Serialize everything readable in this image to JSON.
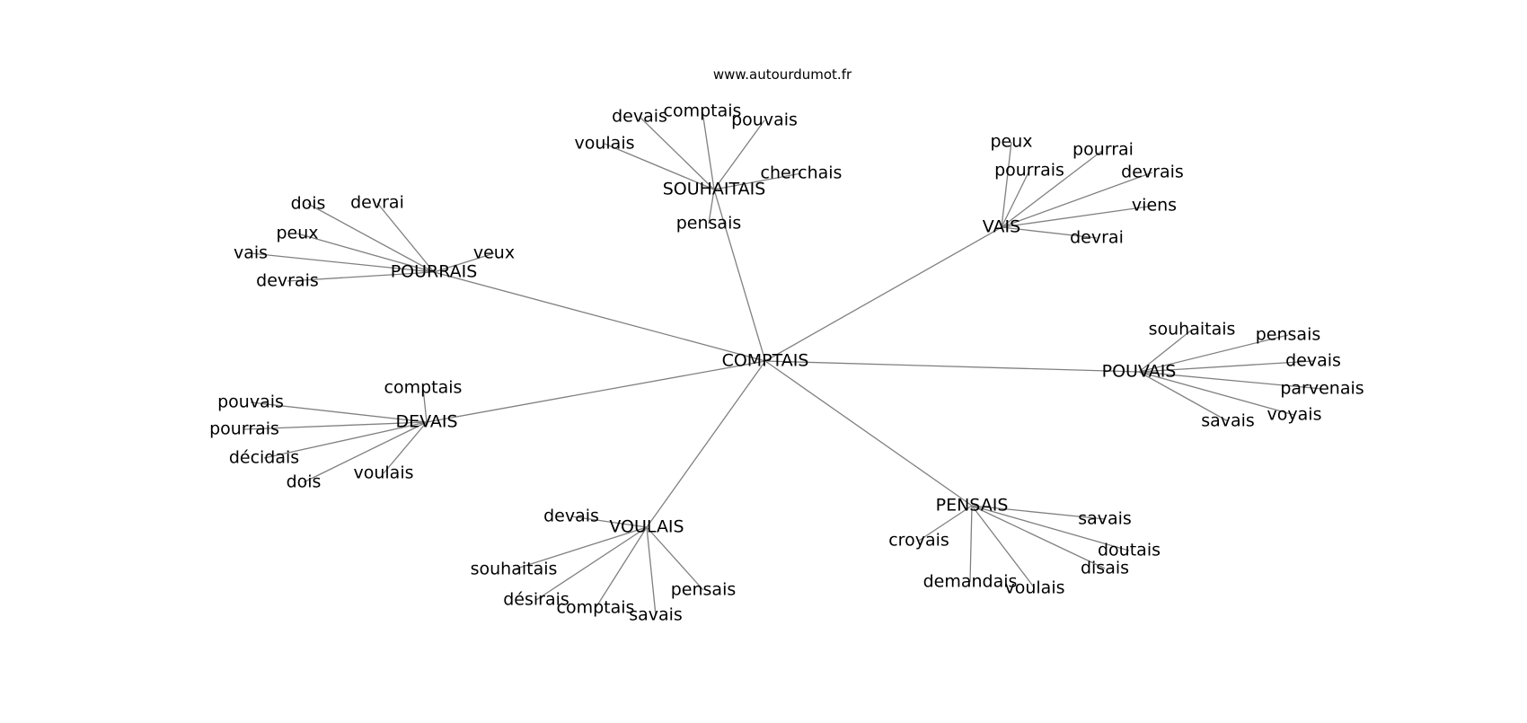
{
  "source_label": "www.autourdumot.fr",
  "colors": {
    "edge": "#808080",
    "text": "#000000",
    "background": "#ffffff"
  },
  "center": {
    "id": "center",
    "label": "COMPTAIS"
  },
  "hubs": [
    {
      "id": "souhaitais",
      "label": "SOUHAITAIS",
      "leaves": [
        {
          "id": "souhaitais-comptais",
          "label": "comptais"
        },
        {
          "id": "souhaitais-devais",
          "label": "devais"
        },
        {
          "id": "souhaitais-pouvais",
          "label": "pouvais"
        },
        {
          "id": "souhaitais-voulais",
          "label": "voulais"
        },
        {
          "id": "souhaitais-cherchais",
          "label": "cherchais"
        },
        {
          "id": "souhaitais-pensais",
          "label": "pensais"
        }
      ]
    },
    {
      "id": "vais",
      "label": "VAIS",
      "leaves": [
        {
          "id": "vais-peux",
          "label": "peux"
        },
        {
          "id": "vais-pourrai",
          "label": "pourrai"
        },
        {
          "id": "vais-pourrais",
          "label": "pourrais"
        },
        {
          "id": "vais-devrais",
          "label": "devrais"
        },
        {
          "id": "vais-viens",
          "label": "viens"
        },
        {
          "id": "vais-devrai",
          "label": "devrai"
        }
      ]
    },
    {
      "id": "pourrais",
      "label": "POURRAIS",
      "leaves": [
        {
          "id": "pourrais-dois",
          "label": "dois"
        },
        {
          "id": "pourrais-devrai",
          "label": "devrai"
        },
        {
          "id": "pourrais-peux",
          "label": "peux"
        },
        {
          "id": "pourrais-veux",
          "label": "veux"
        },
        {
          "id": "pourrais-vais",
          "label": "vais"
        },
        {
          "id": "pourrais-devrais",
          "label": "devrais"
        }
      ]
    },
    {
      "id": "pouvais",
      "label": "POUVAIS",
      "leaves": [
        {
          "id": "pouvais-souhaitais",
          "label": "souhaitais"
        },
        {
          "id": "pouvais-pensais",
          "label": "pensais"
        },
        {
          "id": "pouvais-devais",
          "label": "devais"
        },
        {
          "id": "pouvais-parvenais",
          "label": "parvenais"
        },
        {
          "id": "pouvais-voyais",
          "label": "voyais"
        },
        {
          "id": "pouvais-savais",
          "label": "savais"
        }
      ]
    },
    {
      "id": "devais",
      "label": "DEVAIS",
      "leaves": [
        {
          "id": "devais-comptais",
          "label": "comptais"
        },
        {
          "id": "devais-pouvais",
          "label": "pouvais"
        },
        {
          "id": "devais-pourrais",
          "label": "pourrais"
        },
        {
          "id": "devais-decidais",
          "label": "décidais"
        },
        {
          "id": "devais-voulais",
          "label": "voulais"
        },
        {
          "id": "devais-dois",
          "label": "dois"
        }
      ]
    },
    {
      "id": "voulais",
      "label": "VOULAIS",
      "leaves": [
        {
          "id": "voulais-devais",
          "label": "devais"
        },
        {
          "id": "voulais-souhaitais",
          "label": "souhaitais"
        },
        {
          "id": "voulais-desirais",
          "label": "désirais"
        },
        {
          "id": "voulais-comptais",
          "label": "comptais"
        },
        {
          "id": "voulais-savais",
          "label": "savais"
        },
        {
          "id": "voulais-pensais",
          "label": "pensais"
        }
      ]
    },
    {
      "id": "pensais",
      "label": "PENSAIS",
      "leaves": [
        {
          "id": "pensais-croyais",
          "label": "croyais"
        },
        {
          "id": "pensais-savais",
          "label": "savais"
        },
        {
          "id": "pensais-doutais",
          "label": "doutais"
        },
        {
          "id": "pensais-disais",
          "label": "disais"
        },
        {
          "id": "pensais-demandais",
          "label": "demandais"
        },
        {
          "id": "pensais-voulais",
          "label": "voulais"
        }
      ]
    }
  ]
}
